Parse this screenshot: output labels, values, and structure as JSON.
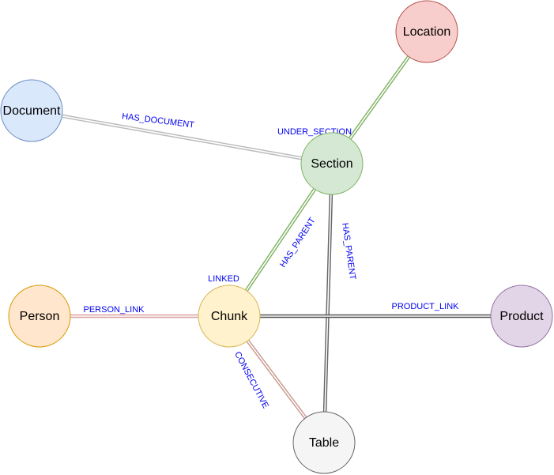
{
  "nodes": [
    {
      "id": "document",
      "label": "Document",
      "fill": "#dae8fc",
      "stroke": "#6c8ebf"
    },
    {
      "id": "location",
      "label": "Location",
      "fill": "#f8cecc",
      "stroke": "#b85450"
    },
    {
      "id": "section",
      "label": "Section",
      "fill": "#d5e8d4",
      "stroke": "#82b366"
    },
    {
      "id": "person",
      "label": "Person",
      "fill": "#ffe6cc",
      "stroke": "#d79b00"
    },
    {
      "id": "chunk",
      "label": "Chunk",
      "fill": "#fff2cc",
      "stroke": "#d6b656"
    },
    {
      "id": "product",
      "label": "Product",
      "fill": "#e1d5e7",
      "stroke": "#9673a6"
    },
    {
      "id": "table",
      "label": "Table",
      "fill": "#f5f5f5",
      "stroke": "#666666"
    }
  ],
  "edges": [
    {
      "from": "document",
      "to": "section",
      "label": "HAS_DOCUMENT",
      "color": "#bbbbbb"
    },
    {
      "from": "section",
      "to": "location",
      "label": "UNDER_SECTION",
      "color": "#82b366"
    },
    {
      "from": "chunk",
      "to": "section",
      "label": "HAS_PARENT",
      "color": "#82b366"
    },
    {
      "from": "table",
      "to": "section",
      "label": "HAS_PARENT",
      "color": "#666666"
    },
    {
      "from": "person",
      "to": "chunk",
      "label": "PERSON_LINK",
      "color": "#dba0a0"
    },
    {
      "from": "chunk",
      "to": "product",
      "label": "PRODUCT_LINK",
      "color": "#555555"
    },
    {
      "from": "chunk",
      "to": "table",
      "label": "CONSECUTIVE",
      "color": "#c89a90"
    },
    {
      "from": "chunk",
      "to": "chunk",
      "label": "LINKED",
      "color": "#0000ee"
    }
  ]
}
